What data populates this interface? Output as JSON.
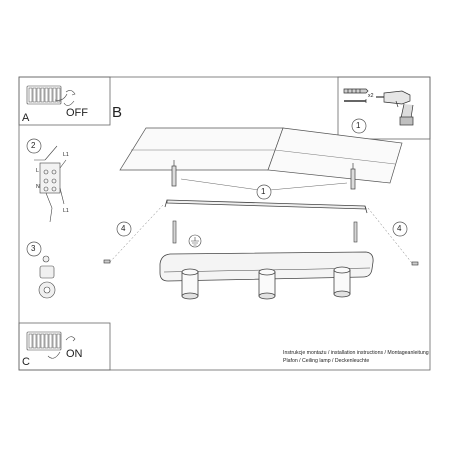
{
  "panel_a": {
    "letter": "A",
    "state": "OFF"
  },
  "panel_b": {
    "letter": "B"
  },
  "panel_c": {
    "letter": "C",
    "state": "ON"
  },
  "steps": {
    "s1": "1",
    "s2": "2",
    "s3": "3",
    "s4": "4"
  },
  "tools": {
    "qty": "x2"
  },
  "wiring": {
    "L": "L",
    "N": "N",
    "L1": "L1"
  },
  "caption": {
    "line1": "Instrukcje montażu / installation instructions / Montageanleitung",
    "line2": "Plafon / Ceiling lamp / Deckenleuchte"
  }
}
